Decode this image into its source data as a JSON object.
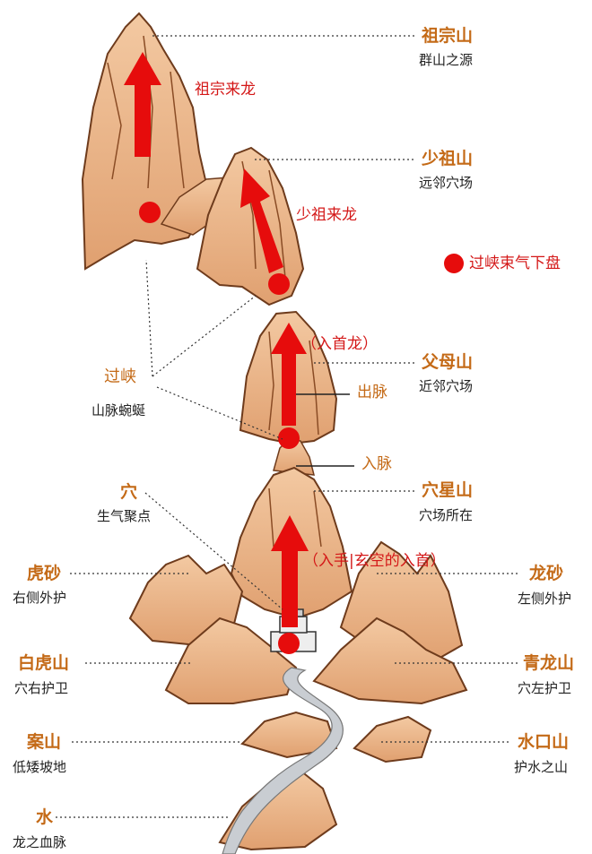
{
  "labels": {
    "zuzongshan": {
      "title": "祖宗山",
      "sub": "群山之源"
    },
    "shaozushan": {
      "title": "少祖山",
      "sub": "远邻穴场"
    },
    "fumushan": {
      "title": "父母山",
      "sub": "近邻穴场"
    },
    "xuexingshan": {
      "title": "穴星山",
      "sub": "穴场所在"
    },
    "longsha": {
      "title": "龙砂",
      "sub": "左侧外护"
    },
    "qinglongshan": {
      "title": "青龙山",
      "sub": "穴左护卫"
    },
    "shuikoushan": {
      "title": "水口山",
      "sub": "护水之山"
    },
    "guoxia": {
      "title": "过峡",
      "sub": "山脉蜿蜒"
    },
    "xue": {
      "title": "穴",
      "sub": "生气聚点"
    },
    "husha": {
      "title": "虎砂",
      "sub": "右侧外护"
    },
    "baihushan": {
      "title": "白虎山",
      "sub": "穴右护卫"
    },
    "anshan": {
      "title": "案山",
      "sub": "低矮坡地"
    },
    "shui": {
      "title": "水",
      "sub": "龙之血脉"
    }
  },
  "annotations": {
    "zuzong_lailong": "祖宗来龙",
    "shaozu_lailong": "少祖来龙",
    "rushoulong": "（入首龙）",
    "chumai": "出脉",
    "rumai": "入脉",
    "rushou_xuankong": "（入手|玄空的入首）"
  },
  "legend": {
    "text": "过峡束气下盘",
    "color": "#e60c0c"
  },
  "colors": {
    "mountain_fill": "#e9b48a",
    "mountain_stroke": "#6e3b1c",
    "arrow": "#e60c0c",
    "title": "#c46a17",
    "water": "#c9cdd2"
  }
}
